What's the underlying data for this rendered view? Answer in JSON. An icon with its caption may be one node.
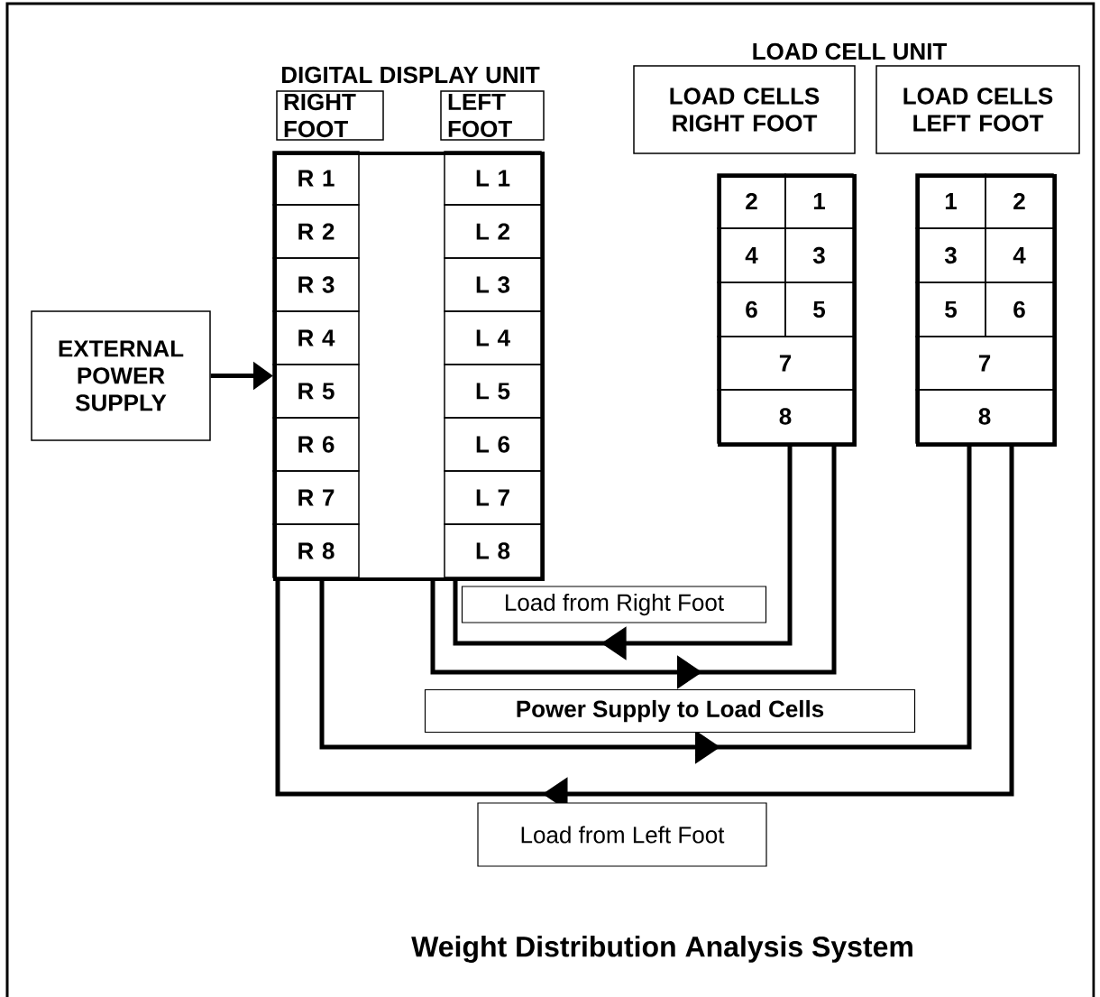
{
  "diagram": {
    "title": "Weight Distribution Analysis System",
    "nodes": [
      {
        "text": [
          "EXTERNAL POWER SUPPLY"
        ]
      },
      {
        "text": [
          "DIGITAL DISPLAY UNIT"
        ]
      },
      {
        "text": [
          "RIGHT FOOT"
        ]
      },
      {
        "text": [
          "LEFT FOOT"
        ]
      },
      {
        "text": [
          "R 1"
        ],
        "in": 1
      },
      {
        "text": [
          "R 2"
        ],
        "in": 1
      },
      {
        "text": [
          "R 3"
        ],
        "in": 1
      },
      {
        "text": [
          "R 4"
        ],
        "in": 1
      },
      {
        "text": [
          "R 5"
        ],
        "in": 1
      },
      {
        "text": [
          "R 6"
        ],
        "in": 1
      },
      {
        "text": [
          "R 7"
        ],
        "in": 1
      },
      {
        "text": [
          "R 8"
        ],
        "in": 1
      },
      {
        "text": [
          "L 1"
        ],
        "in": 1
      },
      {
        "text": [
          "L 2"
        ],
        "in": 1
      },
      {
        "text": [
          "L 3"
        ],
        "in": 1
      },
      {
        "text": [
          "L 4"
        ],
        "in": 1
      },
      {
        "text": [
          "L 5"
        ],
        "in": 1
      },
      {
        "text": [
          "L 6"
        ],
        "in": 1
      },
      {
        "text": [
          "L 7"
        ],
        "in": 1
      },
      {
        "text": [
          "L 8"
        ],
        "in": 1
      },
      {
        "text": [
          "LOAD CELLS RIGHT FOOT"
        ]
      },
      {
        "text": [
          "LOAD CELLS LEFT FOOT"
        ]
      },
      {
        "text": [],
        "shape": "box"
      },
      {
        "text": [
          "2"
        ],
        "in": 22
      },
      {
        "text": [
          "1"
        ],
        "in": 22
      },
      {
        "text": [
          "4"
        ],
        "in": 22
      },
      {
        "text": [
          "3"
        ],
        "in": 22
      },
      {
        "text": [
          "6"
        ],
        "in": 22
      },
      {
        "text": [
          "5"
        ],
        "in": 22
      },
      {
        "text": [
          "7"
        ],
        "in": 22
      },
      {
        "text": [
          "8"
        ],
        "in": 22
      },
      {
        "text": [],
        "shape": "box"
      },
      {
        "text": [
          "1"
        ],
        "in": 31
      },
      {
        "text": [
          "2"
        ],
        "in": 31
      },
      {
        "text": [
          "3"
        ],
        "in": 31
      },
      {
        "text": [
          "4"
        ],
        "in": 31
      },
      {
        "text": [
          "5"
        ],
        "in": 31
      },
      {
        "text": [
          "6"
        ],
        "in": 31
      },
      {
        "text": [
          "7"
        ],
        "in": 31
      },
      {
        "text": [
          "8"
        ],
        "in": 31
      }
    ],
    "edges": [
      {
        "from": 0,
        "to": 1,
        "arrow": "to"
      },
      {
        "from": 22,
        "to": 1,
        "arrow": "to",
        "label": "Load from Right Foot"
      },
      {
        "from": 1,
        "to": 22,
        "arrow": "to"
      },
      {
        "from": 1,
        "to": 31,
        "arrow": "to",
        "label": "Power Supply to Load Cells"
      },
      {
        "from": 31,
        "to": 1,
        "arrow": "to",
        "label": "Load from Left Foot"
      }
    ],
    "labels": [
      "LOAD CELL UNIT"
    ]
  }
}
